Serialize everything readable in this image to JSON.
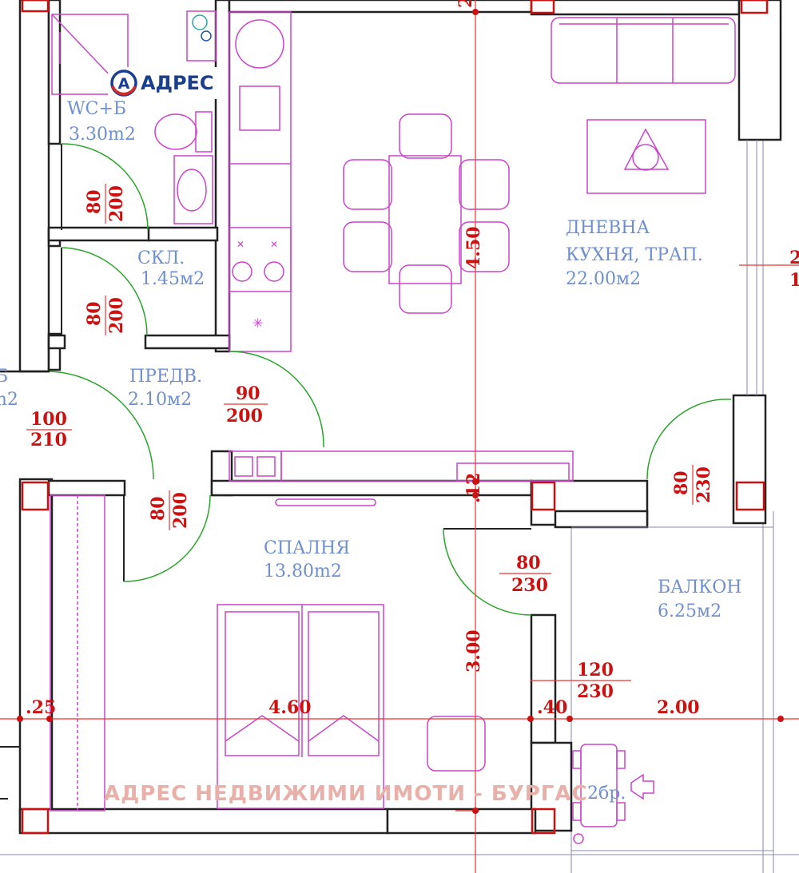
{
  "logo": {
    "text": "АДРЕС",
    "mark": "A"
  },
  "watermark": "АДРЕС НЕДВИЖИМИ ИМОТИ - БУРГАС",
  "colors": {
    "room_label": "#6f8fd0",
    "dimension": "#cc1111",
    "furniture": "#cc44cc",
    "door_swing": "#2aa52a",
    "logo": "#1a3f8f"
  },
  "rooms": {
    "wc": {
      "name": "WC+Б",
      "area": "3.30m2"
    },
    "storage": {
      "name": "СКЛ.",
      "area": "1.45м2"
    },
    "living": {
      "name1": "ДНЕВНА",
      "name2": "КУХНЯ, ТРАП.",
      "area": "22.00м2"
    },
    "hall": {
      "name": "ПРЕДВ.",
      "area": "2.10м2"
    },
    "bedroom": {
      "name": "СПАЛНЯ",
      "area": "13.80m2"
    },
    "balcony": {
      "name": "БАЛКОН",
      "area": "6.25м2"
    },
    "left_partial": {
      "name": "Б",
      "area": "m2"
    }
  },
  "doors": {
    "wc": {
      "w": "80",
      "h": "200"
    },
    "storage": {
      "w": "80",
      "h": "200"
    },
    "entrance": {
      "w": "100",
      "h": "210"
    },
    "living": {
      "w": "90",
      "h": "200"
    },
    "bedroom": {
      "w": "80",
      "h": "200"
    },
    "living_balcony": {
      "w": "80",
      "h": "230"
    },
    "bedroom_balcony": {
      "w": "80",
      "h": "230"
    },
    "balcony_window": {
      "w": "120",
      "h": "230"
    }
  },
  "dimensions": {
    "living_vertical": "4.50",
    "wall_thickness": ".12",
    "bedroom_vertical": "3.00",
    "bedroom_width": "4.60",
    "left_wall": ".25",
    "partition": ".40",
    "balcony_width": "2.00",
    "top_partial": "2",
    "right_partial_1": "2",
    "right_partial_2": "1"
  },
  "ac_unit": "2бр."
}
